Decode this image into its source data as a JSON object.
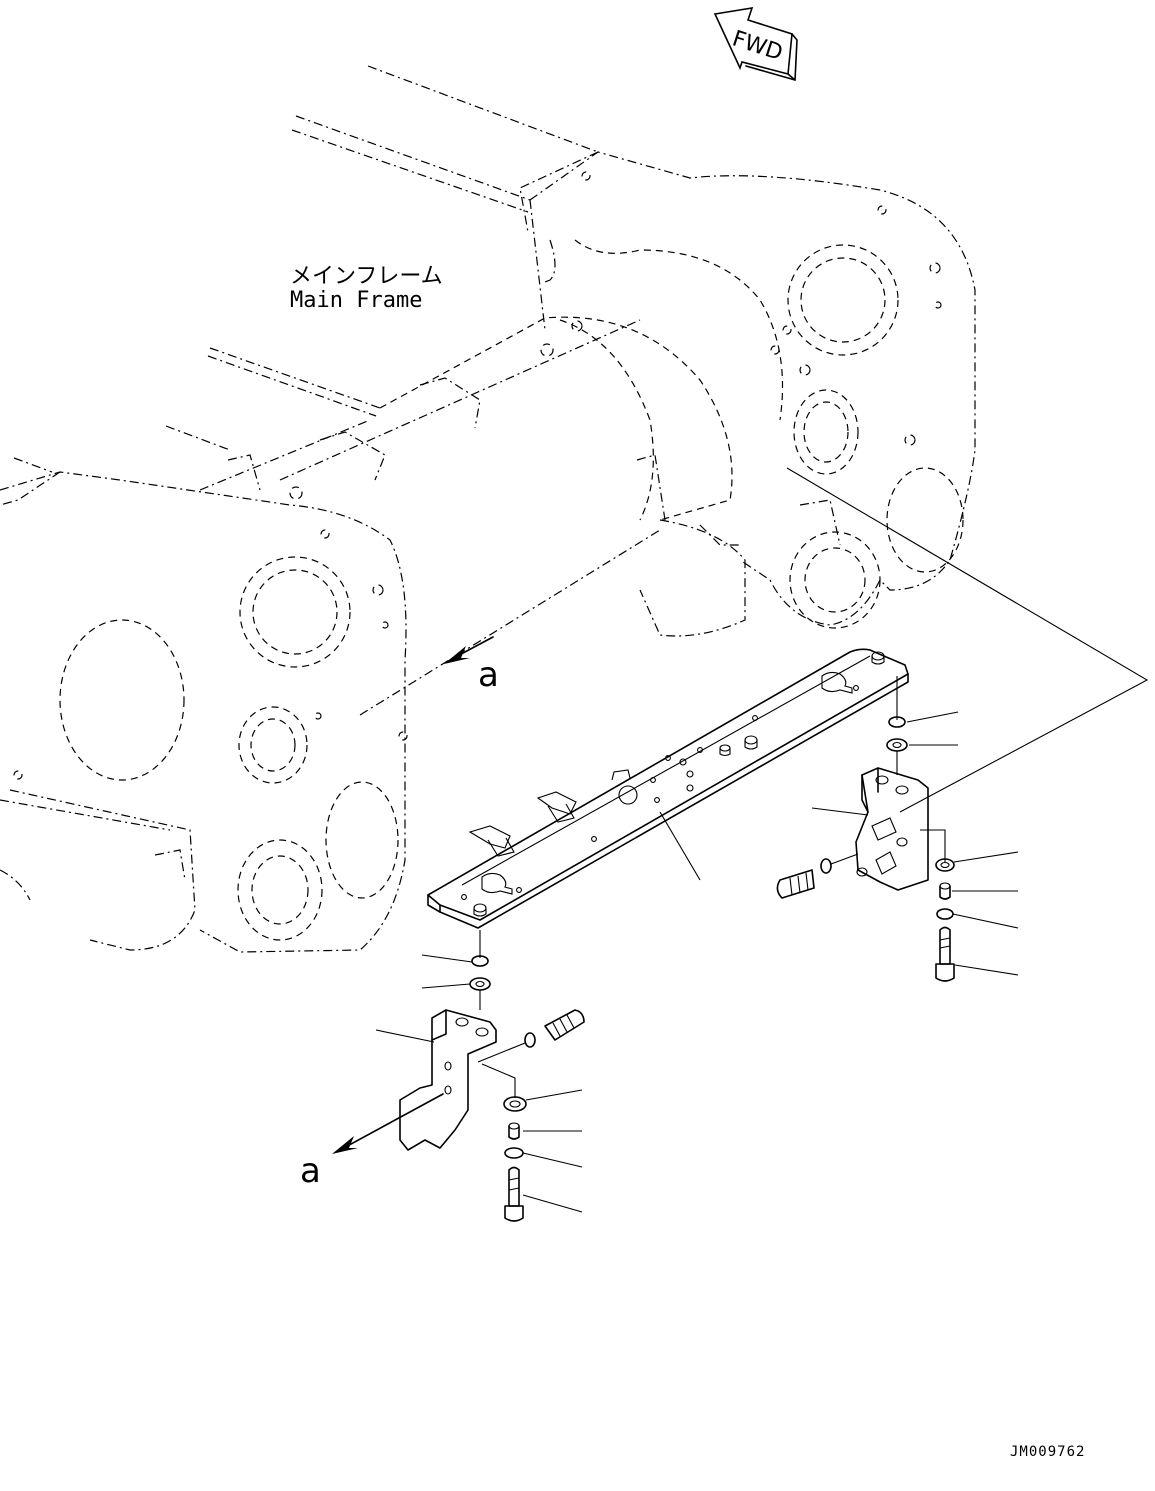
{
  "labels": {
    "frame_jp": "メインフレーム",
    "frame_en": "Main Frame",
    "fwd": "FWD",
    "view_a_top": "a",
    "view_a_bottom": "a",
    "drawing_no": "JM009762"
  }
}
